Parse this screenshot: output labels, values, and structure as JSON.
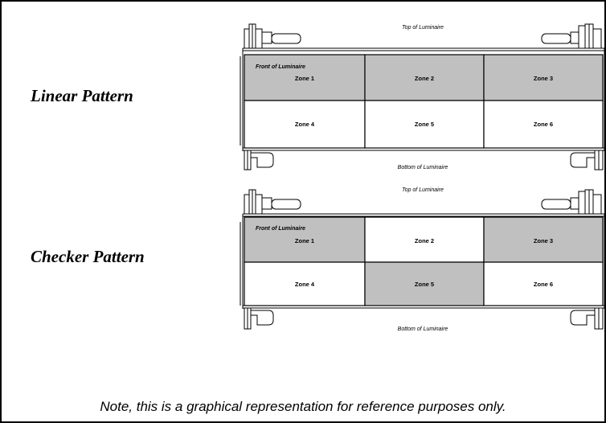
{
  "colors": {
    "lit_zone": "#c0c0c0",
    "unlit_zone": "#ffffff",
    "line": "#000000"
  },
  "patterns": [
    {
      "label": "Linear Pattern",
      "top_label": "Top of Luminaire",
      "bottom_label": "Bottom of Luminaire",
      "front_label": "Front of Luminaire",
      "zones": [
        {
          "label": "Zone 1",
          "lit": true
        },
        {
          "label": "Zone 2",
          "lit": true
        },
        {
          "label": "Zone 3",
          "lit": true
        },
        {
          "label": "Zone 4",
          "lit": false
        },
        {
          "label": "Zone 5",
          "lit": false
        },
        {
          "label": "Zone 6",
          "lit": false
        }
      ]
    },
    {
      "label": "Checker Pattern",
      "top_label": "Top of Luminaire",
      "bottom_label": "Bottom of Luminaire",
      "front_label": "Front of Luminaire",
      "zones": [
        {
          "label": "Zone 1",
          "lit": true
        },
        {
          "label": "Zone 2",
          "lit": false
        },
        {
          "label": "Zone 3",
          "lit": true
        },
        {
          "label": "Zone 4",
          "lit": false
        },
        {
          "label": "Zone 5",
          "lit": true
        },
        {
          "label": "Zone 6",
          "lit": false
        }
      ]
    }
  ],
  "note": "Note, this is a graphical representation for reference purposes only."
}
